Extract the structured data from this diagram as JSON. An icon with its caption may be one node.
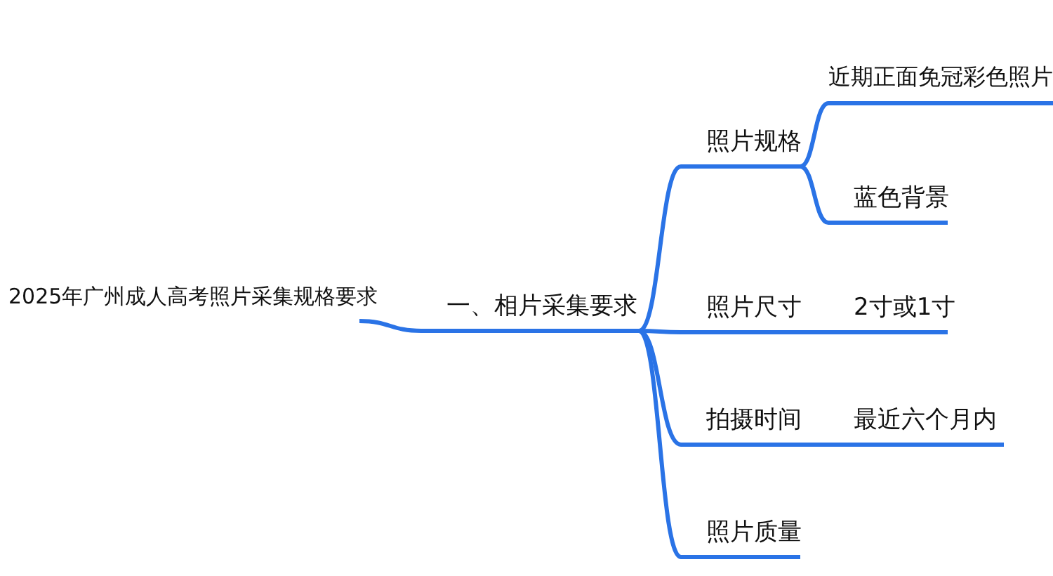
{
  "diagram": {
    "nodes": [
      {
        "text": [
          "2025年广州成人高考照片采集规格要求"
        ]
      },
      {
        "text": [
          "一、相片采集要求"
        ]
      },
      {
        "text": [
          "照片规格"
        ]
      },
      {
        "text": [
          "近期正面免冠彩色照片"
        ]
      },
      {
        "text": [
          "蓝色背景"
        ]
      },
      {
        "text": [
          "照片尺寸"
        ]
      },
      {
        "text": [
          "2寸或1寸"
        ]
      },
      {
        "text": [
          "拍摄时间"
        ]
      },
      {
        "text": [
          "最近六个月内"
        ]
      },
      {
        "text": [
          "照片质量"
        ]
      }
    ],
    "edges": [
      {
        "from": 0,
        "to": 1,
        "arrow": "none"
      },
      {
        "from": 1,
        "to": 2,
        "arrow": "none"
      },
      {
        "from": 1,
        "to": 5,
        "arrow": "none"
      },
      {
        "from": 1,
        "to": 7,
        "arrow": "none"
      },
      {
        "from": 1,
        "to": 9,
        "arrow": "none"
      },
      {
        "from": 2,
        "to": 3,
        "arrow": "none"
      },
      {
        "from": 2,
        "to": 4,
        "arrow": "none"
      },
      {
        "from": 5,
        "to": 6,
        "arrow": "none"
      },
      {
        "from": 7,
        "to": 8,
        "arrow": "none"
      }
    ]
  }
}
